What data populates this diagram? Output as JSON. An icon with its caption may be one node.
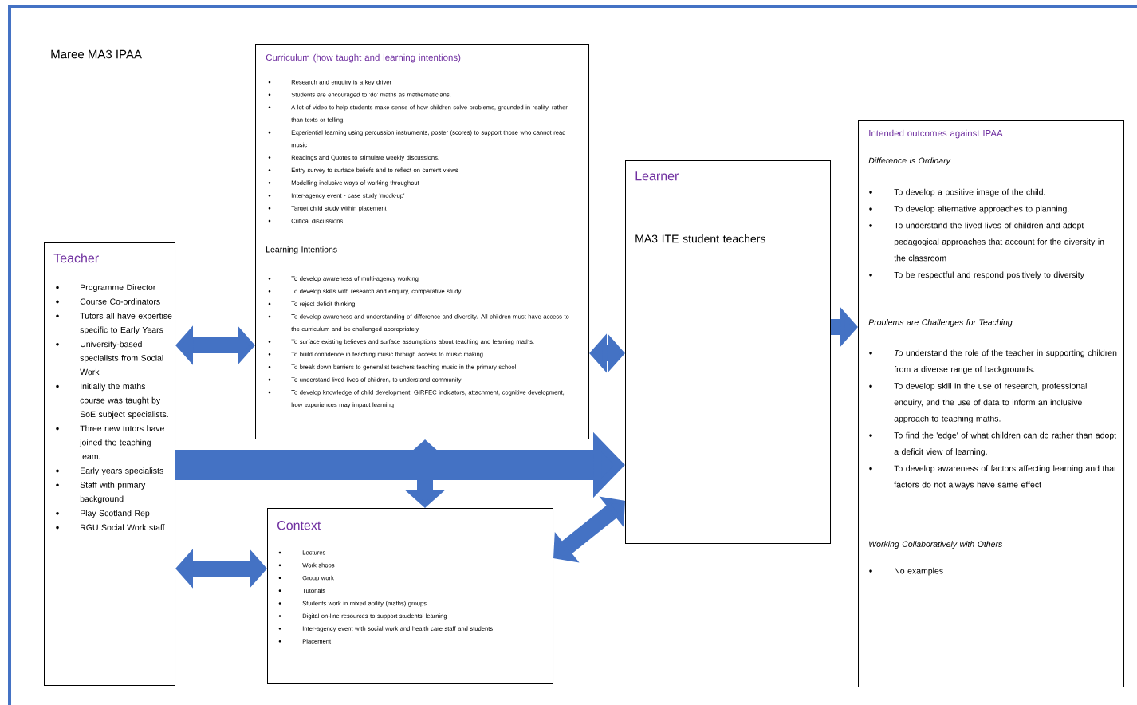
{
  "diagram": {
    "title": "Maree MA3 IPAA",
    "nodes": [
      {
        "text": [
          "Teacher",
          "Programme Director",
          "Course Co-ordinators",
          "Tutors all have expertise specific to Early Years",
          "University-based specialists from Social Work",
          "Initially the maths course was taught by SoE subject specialists.",
          "Three new tutors have joined the teaching team.",
          "Early years specialists",
          "Staff with primary background",
          "Play Scotland Rep",
          "RGU Social Work staff"
        ]
      },
      {
        "text": [
          "Curriculum (how taught and learning intentions)",
          "Research and enquiry is a key driver",
          "Students are encouraged to 'do' maths as mathematicians,",
          "A lot of video to help students make sense of how children solve problems, grounded in reality, rather than texts or telling.",
          "Experiential learning using percussion instruments, poster (scores) to support those who cannot read music",
          "Readings and Quotes to stimulate weekly discussions.",
          "Entry survey to surface beliefs and to reflect on current views",
          "Modelling inclusive ways of working throughout",
          "Inter-agency event - case study 'mock-up'",
          "Target child study within placement",
          "Critical discussions",
          "Learning Intentions",
          "To develop awareness of multi-agency working",
          "To develop skills with research and enquiry, comparative study",
          "To reject deficit thinking",
          "To develop awareness and understanding of difference and diversity.  All children must have access to the curriculum and be challenged appropriately",
          "To surface existing believes and surface assumptions about teaching and learning maths.",
          "To build confidence in teaching music through access to music making.",
          "To break down barriers to generalist teachers teaching music in the primary school",
          "To understand lived lives of children, to understand community",
          "To develop knowledge of child development, GIRFEC indicators, attachment, cognitive development, how experiences may impact learning"
        ]
      },
      {
        "text": [
          "Context",
          "Lectures",
          "Work shops",
          "Group work",
          "Tutorials",
          "Students work in mixed ability (maths) groups",
          "Digital on-line resources to support students' learning",
          "Inter-agency event with social work and health care staff and students",
          "Placement"
        ]
      },
      {
        "text": [
          "Learner",
          "MA3 ITE student teachers"
        ]
      },
      {
        "text": [
          "Intended outcomes against IPAA",
          "Difference is Ordinary",
          "To develop a positive image of the child.",
          "To develop alternative approaches to planning.",
          "To understand the lived lives of children and adopt pedagogical approaches that account for the diversity in the classroom",
          "To be respectful and respond positively to diversity",
          "Problems are Challenges for Teaching",
          "*To* understand the role of the teacher in supporting children from a diverse range of backgrounds.",
          "To develop skill in the use of research, professional enquiry, and the use of data to inform an inclusive approach to teaching maths.",
          "To find the 'edge' of what children can do rather than adopt a deficit view of learning.",
          "To develop awareness of factors affecting learning and that factors do not always have same effect",
          "Working Collaboratively with Others",
          "No examples"
        ]
      }
    ],
    "edges": [
      {
        "from": 0,
        "to": 1,
        "arrow": "both"
      },
      {
        "from": 0,
        "to": 2,
        "arrow": "both"
      },
      {
        "from": 1,
        "to": 3,
        "arrow": "both"
      },
      {
        "from": 1,
        "to": 2,
        "arrow": "both"
      },
      {
        "from": 0,
        "to": 3,
        "arrow": "to",
        "style": "thick"
      },
      {
        "from": 2,
        "to": 3,
        "arrow": "both"
      },
      {
        "from": 3,
        "to": 4,
        "arrow": "to"
      }
    ]
  }
}
